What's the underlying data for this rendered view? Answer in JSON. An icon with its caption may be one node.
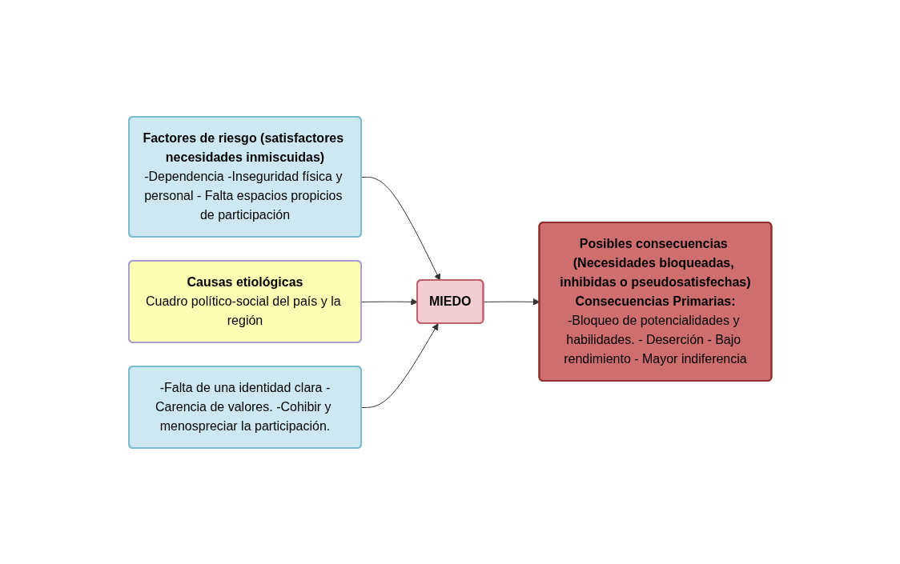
{
  "diagram": {
    "nodes": [
      {
        "text": [
          "Factores de riesgo (satisfactores necesidades inmiscuidas)",
          "-Dependencia -Inseguridad física y personal - Falta espacios propicios de participación"
        ]
      },
      {
        "text": [
          "Causas etiológicas",
          "Cuadro político-social del país y la región"
        ]
      },
      {
        "text": [
          "MIEDO"
        ]
      },
      {
        "text": [
          "Posibles consecuencias (Necesidades bloqueadas, inhibidas o pseudosatisfechas)",
          "Consecuencias Primarias:",
          "-Bloqueo de potencialidades y habilidades. - Deserción - Bajo rendimiento - Mayor indiferencia"
        ]
      },
      {
        "text": [
          "-Falta de una identidad clara -Carencia de valores. -Cohibir y menospreciar la participación."
        ]
      }
    ],
    "edges": [
      {
        "from": 0,
        "to": 2,
        "arrow": "to"
      },
      {
        "from": 1,
        "to": 2,
        "arrow": "to"
      },
      {
        "from": 2,
        "to": 3,
        "arrow": "to"
      },
      {
        "from": 4,
        "to": 2,
        "arrow": "to"
      }
    ]
  }
}
